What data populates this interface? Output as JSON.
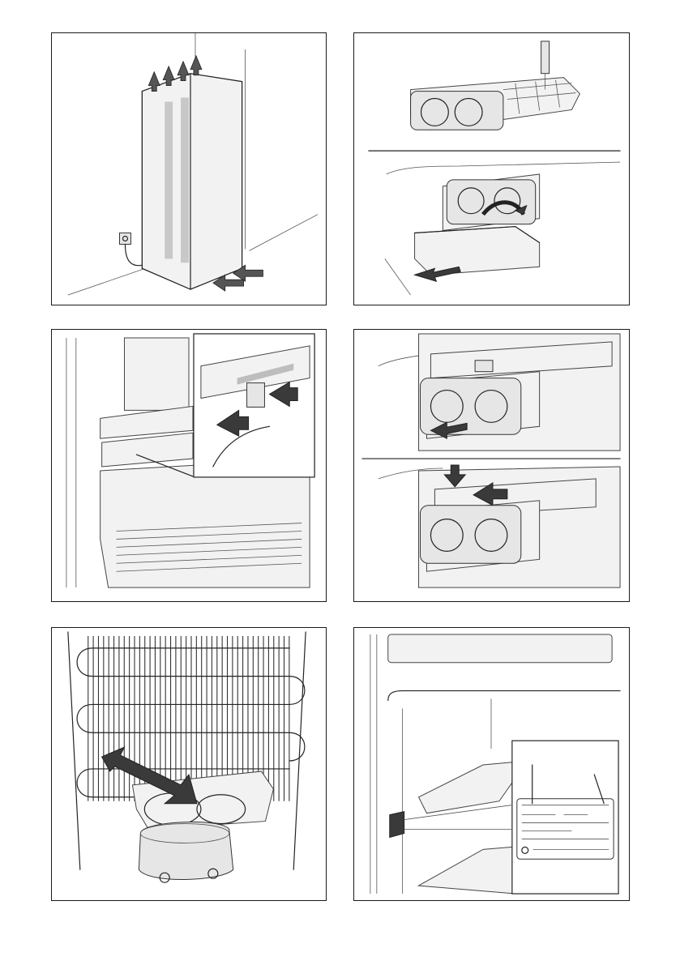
{
  "page": {
    "panels": [
      {
        "id": "p1",
        "icon": "ventilation-arrows-icon"
      },
      {
        "id": "p2",
        "icon": "ice-tray-icon"
      },
      {
        "id": "p3",
        "icon": "humidity-slider-icon"
      },
      {
        "id": "p4",
        "icon": "ice-tray-removal-icon"
      },
      {
        "id": "p5",
        "icon": "condensate-tray-arrow-icon"
      },
      {
        "id": "p6",
        "icon": "rating-plate-icon"
      }
    ]
  }
}
